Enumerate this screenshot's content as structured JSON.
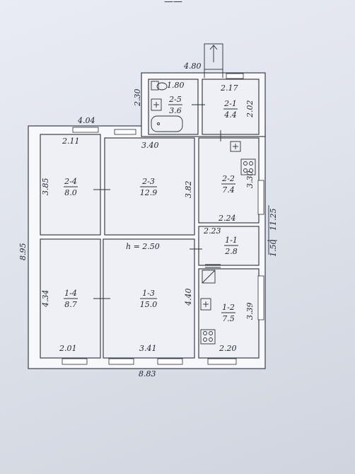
{
  "header": {
    "partial_text": "——"
  },
  "dimensions": {
    "d_480": "4.80",
    "d_180": "1.80",
    "d_217": "2.17",
    "d_230": "2.30",
    "d_202": "2.02",
    "d_404": "4.04",
    "d_211": "2.11",
    "d_340": "3.40",
    "d_385": "3.85",
    "d_382": "3.82",
    "d_330": "3.30",
    "d_224": "2.24",
    "d_1125": "11.25",
    "d_223": "2.23",
    "d_150": "1.50",
    "d_895": "8.95",
    "d_434": "4.34",
    "d_440": "4.40",
    "d_339": "3.39",
    "d_201": "2.01",
    "d_341": "3.41",
    "d_220": "2.20",
    "d_883": "8.83"
  },
  "ceiling_height": "h = 2.50",
  "rooms": [
    {
      "id": "2-5",
      "area": "3.6"
    },
    {
      "id": "2-1",
      "area": "4.4"
    },
    {
      "id": "2-4",
      "area": "8.0"
    },
    {
      "id": "2-3",
      "area": "12.9"
    },
    {
      "id": "2-2",
      "area": "7.4"
    },
    {
      "id": "1-1",
      "area": "2.8"
    },
    {
      "id": "1-4",
      "area": "8.7"
    },
    {
      "id": "1-3",
      "area": "15.0"
    },
    {
      "id": "1-2",
      "area": "7.5"
    }
  ]
}
